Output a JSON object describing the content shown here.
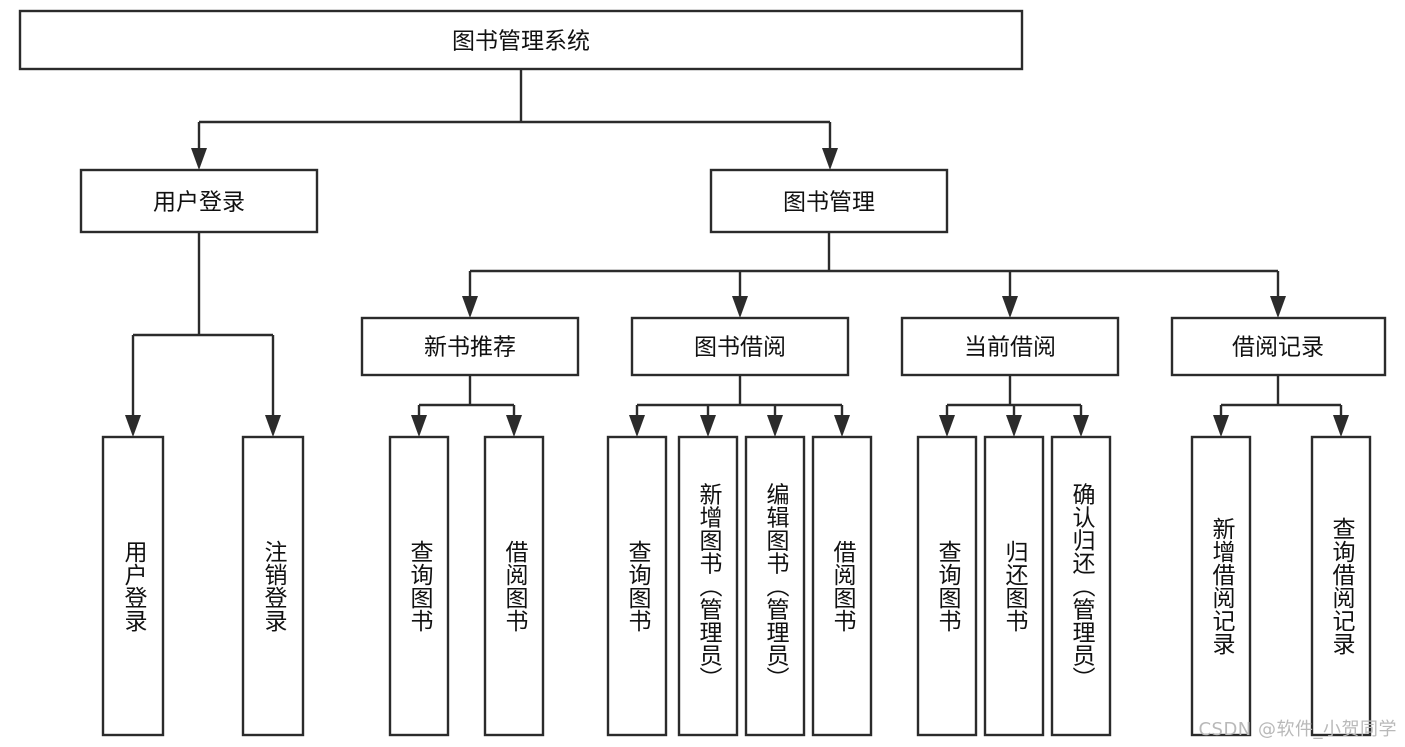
{
  "diagram": {
    "type": "tree-hierarchy",
    "title": "图书管理系统",
    "root": {
      "id": "root",
      "label": "图书管理系统"
    },
    "level1": [
      {
        "id": "user-login",
        "label": "用户登录"
      },
      {
        "id": "book-manage",
        "label": "图书管理"
      }
    ],
    "level2": [
      {
        "id": "new-book-recommend",
        "label": "新书推荐",
        "parent": "book-manage"
      },
      {
        "id": "book-borrow",
        "label": "图书借阅",
        "parent": "book-manage"
      },
      {
        "id": "current-borrow",
        "label": "当前借阅",
        "parent": "book-manage"
      },
      {
        "id": "borrow-record",
        "label": "借阅记录",
        "parent": "book-manage"
      }
    ],
    "leaves": {
      "user_login": [
        {
          "id": "leaf-user-login",
          "label": "用户登录"
        },
        {
          "id": "leaf-user-logout",
          "label": "注销登录"
        }
      ],
      "new_book_recommend": [
        {
          "id": "leaf-query-book-1",
          "label": "查询图书"
        },
        {
          "id": "leaf-borrow-book-1",
          "label": "借阅图书"
        }
      ],
      "book_borrow": [
        {
          "id": "leaf-query-book-2",
          "label": "查询图书"
        },
        {
          "id": "leaf-add-book",
          "label": "新增图书（管理员）"
        },
        {
          "id": "leaf-edit-book",
          "label": "编辑图书（管理员）"
        },
        {
          "id": "leaf-borrow-book-2",
          "label": "借阅图书"
        }
      ],
      "current_borrow": [
        {
          "id": "leaf-query-book-3",
          "label": "查询图书"
        },
        {
          "id": "leaf-return-book",
          "label": "归还图书"
        },
        {
          "id": "leaf-confirm-return",
          "label": "确认归还（管理员）"
        }
      ],
      "borrow_record": [
        {
          "id": "leaf-add-record",
          "label": "新增借阅记录"
        },
        {
          "id": "leaf-query-record",
          "label": "查询借阅记录"
        }
      ]
    },
    "colors": {
      "box_stroke": "#2b2b2b",
      "box_fill": "#ffffff",
      "text": "#111111",
      "background": "#ffffff",
      "watermark": "#b9b9b9"
    }
  },
  "watermark": {
    "text": "CSDN @软件_小贺同学"
  }
}
